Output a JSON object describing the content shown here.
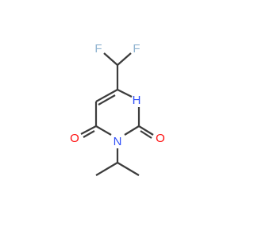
{
  "molecule": {
    "atoms": {
      "F1": {
        "label": "F",
        "color": "#8fb3d0"
      },
      "F2": {
        "label": "F",
        "color": "#8fb3d0"
      },
      "N1": {
        "label": "N",
        "color": "#3050f8"
      },
      "H1": {
        "label": "H",
        "color": "#3050f8"
      },
      "N3": {
        "label": "N",
        "color": "#3050f8"
      },
      "O2": {
        "label": "O",
        "color": "#ff0d0d"
      },
      "O4": {
        "label": "O",
        "color": "#ff0d0d"
      }
    },
    "bond_color": "#3c3c3c"
  }
}
